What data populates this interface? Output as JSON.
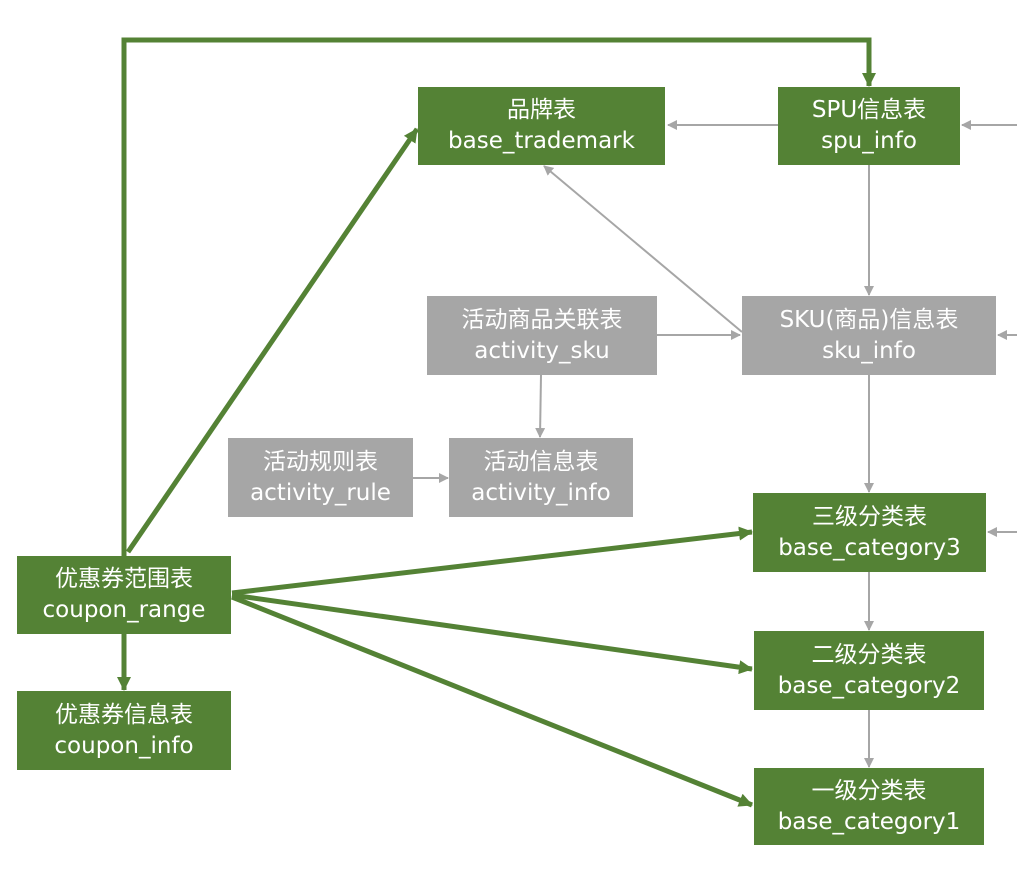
{
  "colors": {
    "primary_node": "#548235",
    "secondary_node": "#a6a6a6",
    "primary_edge": "#548235",
    "secondary_edge": "#a6a6a6",
    "node_text": "#ffffff"
  },
  "nodes": {
    "base_trademark": {
      "title": "品牌表",
      "table": "base_trademark"
    },
    "spu_info": {
      "title": "SPU信息表",
      "table": "spu_info"
    },
    "activity_sku": {
      "title": "活动商品关联表",
      "table": "activity_sku"
    },
    "sku_info": {
      "title": "SKU(商品)信息表",
      "table": "sku_info"
    },
    "activity_rule": {
      "title": "活动规则表",
      "table": "activity_rule"
    },
    "activity_info": {
      "title": "活动信息表",
      "table": "activity_info"
    },
    "base_category3": {
      "title": "三级分类表",
      "table": "base_category3"
    },
    "coupon_range": {
      "title": "优惠券范围表",
      "table": "coupon_range"
    },
    "base_category2": {
      "title": "二级分类表",
      "table": "base_category2"
    },
    "coupon_info": {
      "title": "优惠券信息表",
      "table": "coupon_info"
    },
    "base_category1": {
      "title": "一级分类表",
      "table": "base_category1"
    }
  },
  "edges": [
    {
      "from": "coupon_range",
      "to": "spu_info",
      "style": "primary"
    },
    {
      "from": "coupon_range",
      "to": "base_trademark",
      "style": "primary"
    },
    {
      "from": "coupon_range",
      "to": "base_category3",
      "style": "primary"
    },
    {
      "from": "coupon_range",
      "to": "base_category2",
      "style": "primary"
    },
    {
      "from": "coupon_range",
      "to": "base_category1",
      "style": "primary"
    },
    {
      "from": "coupon_range",
      "to": "coupon_info",
      "style": "primary"
    },
    {
      "from": "spu_info",
      "to": "base_trademark",
      "style": "secondary"
    },
    {
      "from": "spu_info",
      "to": "sku_info",
      "style": "secondary"
    },
    {
      "from": "sku_info",
      "to": "base_trademark",
      "style": "secondary"
    },
    {
      "from": "activity_sku",
      "to": "sku_info",
      "style": "secondary"
    },
    {
      "from": "activity_sku",
      "to": "activity_info",
      "style": "secondary"
    },
    {
      "from": "activity_rule",
      "to": "activity_info",
      "style": "secondary"
    },
    {
      "from": "sku_info",
      "to": "base_category3",
      "style": "secondary"
    },
    {
      "from": "base_category3",
      "to": "base_category2",
      "style": "secondary"
    },
    {
      "from": "base_category2",
      "to": "base_category1",
      "style": "secondary"
    }
  ]
}
